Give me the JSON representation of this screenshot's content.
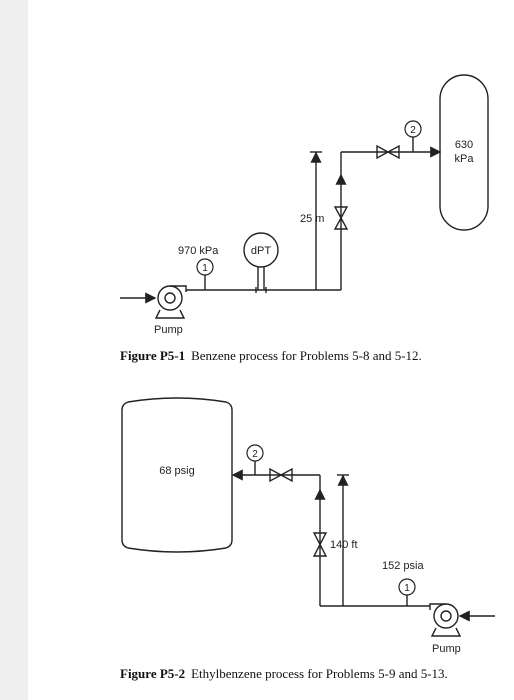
{
  "figure1": {
    "pressure_1": "970 kPa",
    "instrument": "dPT",
    "point_1": "1",
    "point_2": "2",
    "height": "25 m",
    "tank_pressure_line1": "630",
    "tank_pressure_line2": "kPa",
    "pump_label": "Pump",
    "caption_label": "Figure P5-1",
    "caption_text": "Benzene process for Problems 5-8 and 5-12."
  },
  "figure2": {
    "tank_pressure": "68 psig",
    "point_1": "1",
    "point_2": "2",
    "height": "140 ft",
    "pressure_1": "152 psia",
    "pump_label": "Pump",
    "caption_label": "Figure P5-2",
    "caption_text": "Ethylbenzene process for Problems 5-9 and 5-13."
  }
}
